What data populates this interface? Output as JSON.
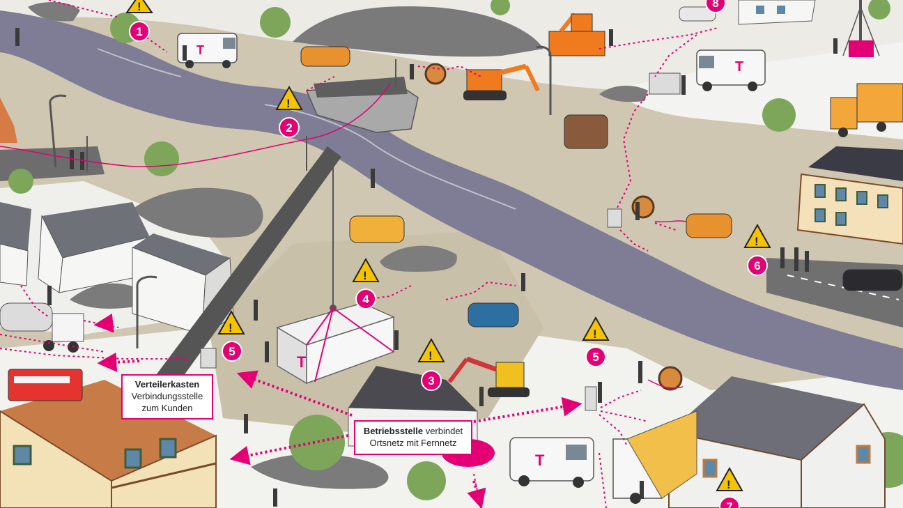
{
  "colors": {
    "magenta": "#e20074",
    "water": "#7f7d95",
    "mud": "#c8bfa8",
    "snow": "#f4f4f2",
    "road": "#6f6f6f",
    "rubble": "#7a7a7a",
    "tree": "#7ea65a",
    "warning": "#f5c400"
  },
  "brand_mark": "T",
  "markers": [
    {
      "number": "1"
    },
    {
      "number": "2"
    },
    {
      "number": "3"
    },
    {
      "number": "4"
    },
    {
      "number": "5"
    },
    {
      "number": "5"
    },
    {
      "number": "6"
    },
    {
      "number": "7"
    },
    {
      "number": "8"
    }
  ],
  "warning_symbol": "!",
  "labels": {
    "verteiler": {
      "title": "Verteilerkasten",
      "line1": "Verbindungsstelle",
      "line2": "zum Kunden"
    },
    "betrieb": {
      "title": "Betriebsstelle",
      "rest": " verbindet",
      "line2": "Ortsnetz mit Fernnetz"
    }
  }
}
